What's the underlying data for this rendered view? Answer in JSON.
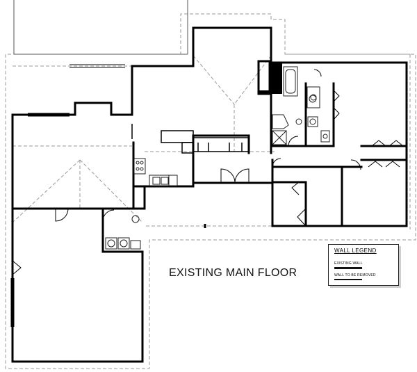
{
  "plan": {
    "title": "EXISTING MAIN FLOOR"
  },
  "legend": {
    "title": "WALL LEGEND",
    "items": [
      {
        "label": "EXISTING WALL"
      },
      {
        "label": "WALL TO BE REMOVED"
      }
    ]
  },
  "colors": {
    "wall": "#000000",
    "roof_dashed": "#9a9a9a",
    "fixture": "#222222"
  }
}
